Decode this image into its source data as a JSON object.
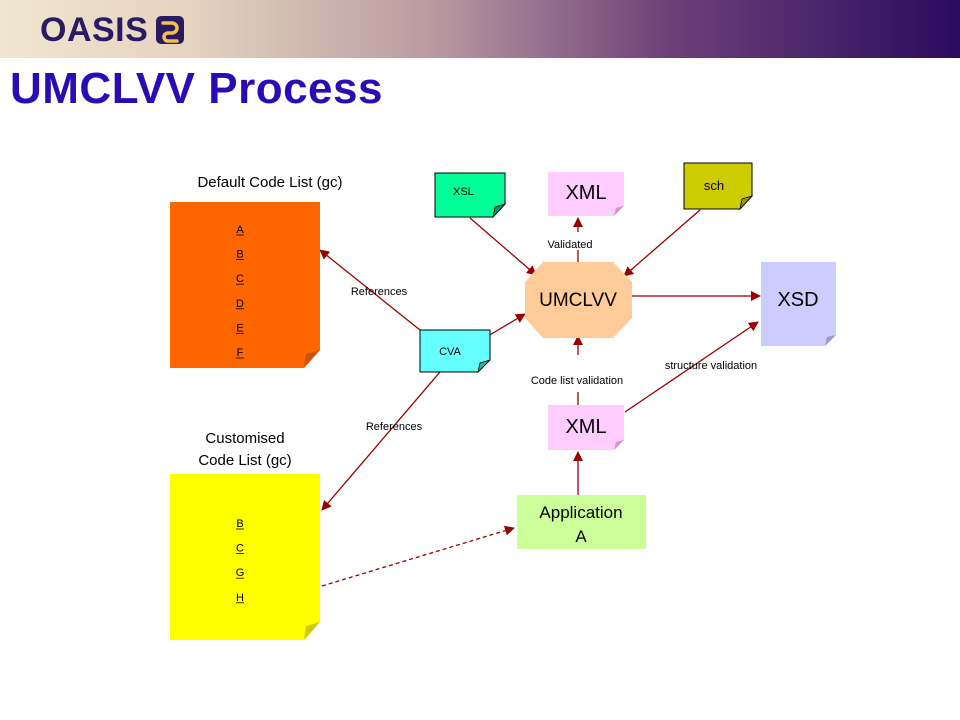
{
  "header": {
    "logo_text": "OASIS"
  },
  "title": "UMCLVV Process",
  "colors": {
    "title": "#2a0bb5",
    "default_list": "#ff6600",
    "custom_list": "#ffff00",
    "xml_doc": "#ffccff",
    "xsl_doc": "#00ff99",
    "sch_doc": "#cccc00",
    "cva_doc": "#66ffff",
    "xsd_doc": "#ccccff",
    "umclvv": "#ffcc99",
    "application": "#ccff99",
    "arrow": "#990000"
  },
  "default_list": {
    "heading": "Default Code List (gc)",
    "items": [
      "A",
      "B",
      "C",
      "D",
      "E",
      "F"
    ]
  },
  "custom_list": {
    "heading_line1": "Customised",
    "heading_line2": "Code List (gc)",
    "items": [
      "B",
      "C",
      "G",
      "H"
    ]
  },
  "nodes": {
    "umclvv": "UMCLVV",
    "xml_top": "XML",
    "xml_bottom": "XML",
    "xsl": "XSL",
    "sch": "sch",
    "cva": "CVA",
    "xsd": "XSD",
    "application_line1": "Application",
    "application_line2": "A"
  },
  "edge_labels": {
    "validated": "Validated",
    "references_top": "References",
    "references_bottom": "References",
    "code_list_validation": "Code list validation",
    "structure_validation": "structure validation"
  }
}
